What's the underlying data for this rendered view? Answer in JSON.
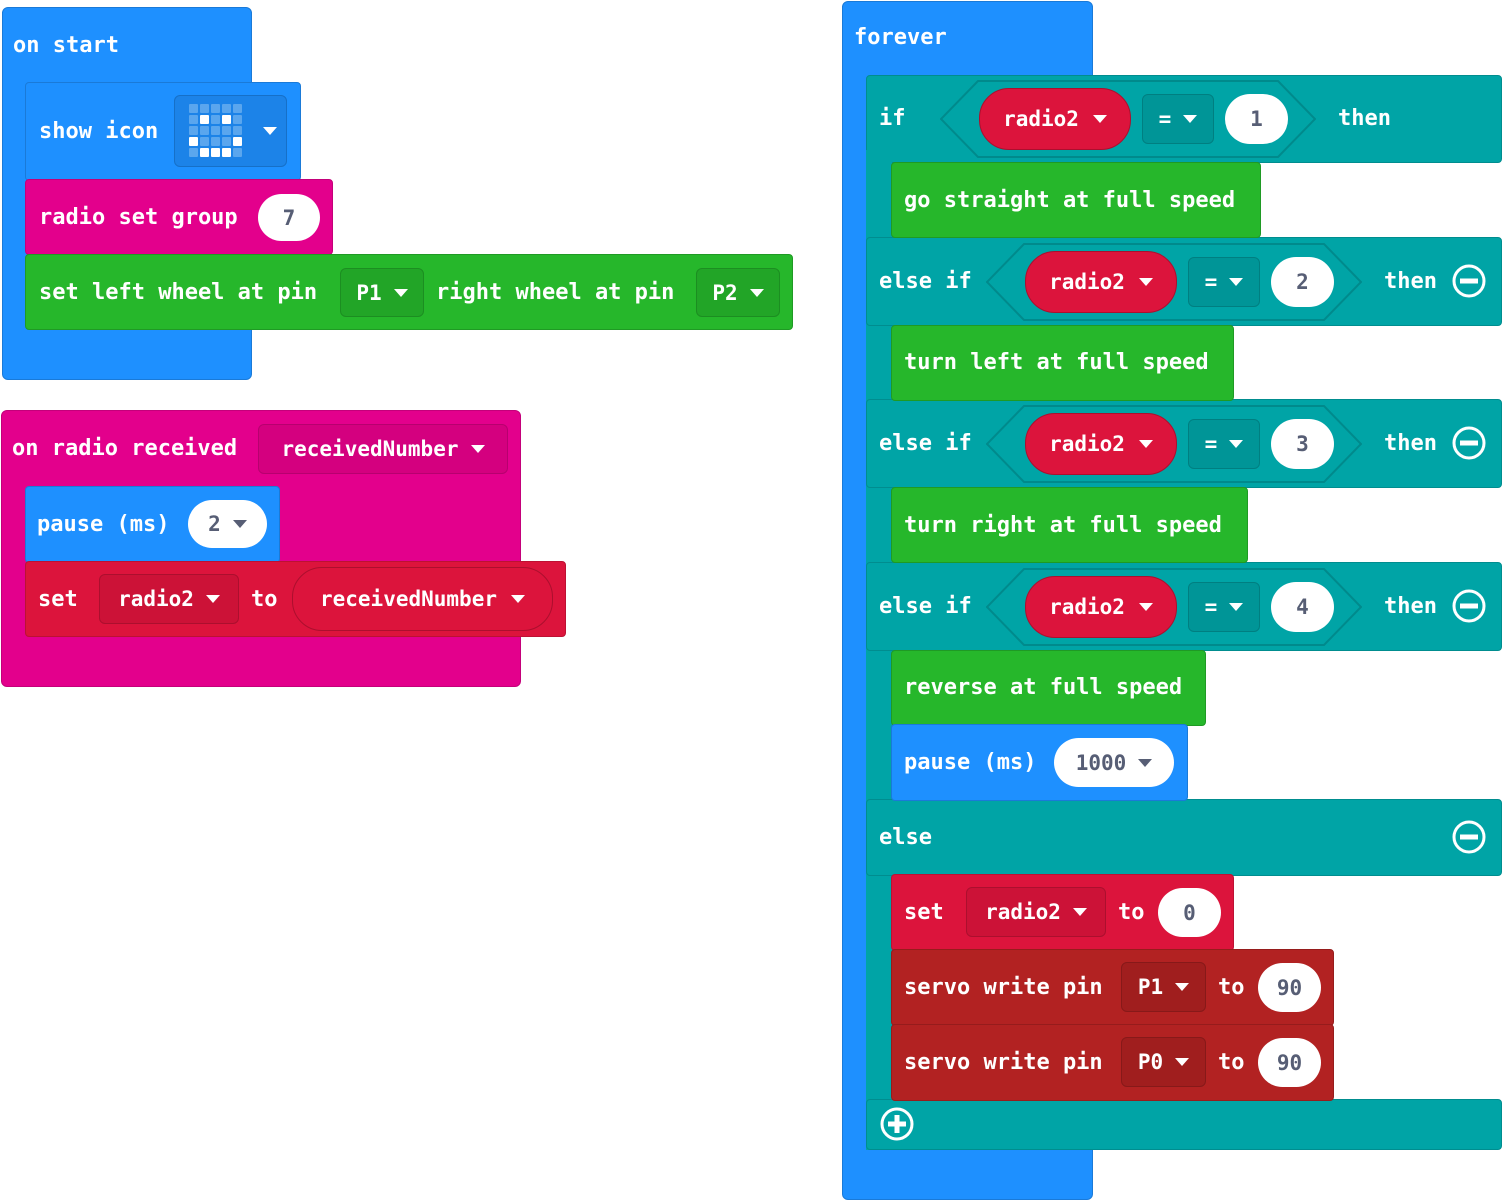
{
  "on_start": {
    "label": "on start",
    "show_icon": "show icon",
    "radio_set_group": "radio set group",
    "group_value": "7",
    "set_left_wheel": "set left wheel at pin",
    "left_pin": "P1",
    "right_wheel": "right wheel at pin",
    "right_pin": "P2"
  },
  "on_radio": {
    "label": "on radio received",
    "param": "receivedNumber",
    "pause": "pause (ms)",
    "pause_value": "2",
    "set": "set",
    "var": "radio2",
    "to": "to",
    "value": "receivedNumber"
  },
  "forever": {
    "label": "forever",
    "if": "if",
    "else_if": "else if",
    "else": "else",
    "then": "then",
    "var": "radio2",
    "op": "=",
    "conditions": [
      "1",
      "2",
      "3",
      "4"
    ],
    "actions": [
      "go straight at full speed",
      "turn left at full speed",
      "turn right at full speed",
      "reverse at full speed"
    ],
    "pause": "pause (ms)",
    "pause_value": "1000",
    "set": "set",
    "to": "to",
    "set_value": "0",
    "servo_write": "servo write pin",
    "servo1_pin": "P1",
    "servo1_value": "90",
    "servo2_pin": "P0",
    "servo2_value": "90"
  },
  "icon": {
    "name": "happy-face",
    "pattern": [
      [
        0,
        0,
        0,
        0,
        0
      ],
      [
        0,
        1,
        0,
        1,
        0
      ],
      [
        0,
        0,
        0,
        0,
        0
      ],
      [
        1,
        0,
        0,
        0,
        1
      ],
      [
        0,
        1,
        1,
        1,
        0
      ]
    ]
  },
  "colors": {
    "basic_blue": "#1e90ff",
    "radio_magenta": "#e3008c",
    "motors_green": "#26b72b",
    "logic_teal": "#00a4a6",
    "variables_red": "#dc143c",
    "servo_darkred": "#b22222"
  }
}
